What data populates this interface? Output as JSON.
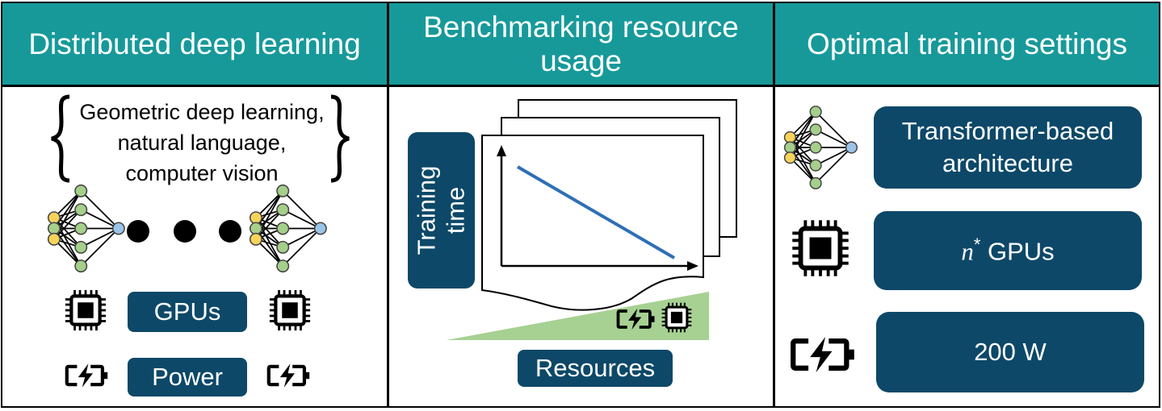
{
  "panels": {
    "left": {
      "title": "Distributed deep learning",
      "domains_text": [
        "Geometric deep learning,",
        "natural language,",
        "computer vision"
      ],
      "gpus_label": "GPUs",
      "power_label": "Power"
    },
    "middle": {
      "title": "Benchmarking resource usage",
      "ylabel_lines": [
        "Training",
        "time"
      ],
      "resources_label": "Resources"
    },
    "right": {
      "title": "Optimal training settings",
      "architecture_label": "Transformer-based architecture",
      "gpus_value": "GPUs",
      "gpus_var": "n",
      "gpus_sup": "*",
      "power_value": "200 W"
    }
  },
  "colors": {
    "header_bg": "#17999a",
    "pill_bg": "#0d4868",
    "line": "#2f6fb5",
    "wedge": "#a6d192",
    "node_yellow": "#f7d35a",
    "node_green": "#a5cf8a",
    "node_blue": "#9ac4e8"
  },
  "icons": [
    "neural-network-icon",
    "gpu-chip-icon",
    "battery-charging-icon",
    "ellipsis-dots"
  ]
}
